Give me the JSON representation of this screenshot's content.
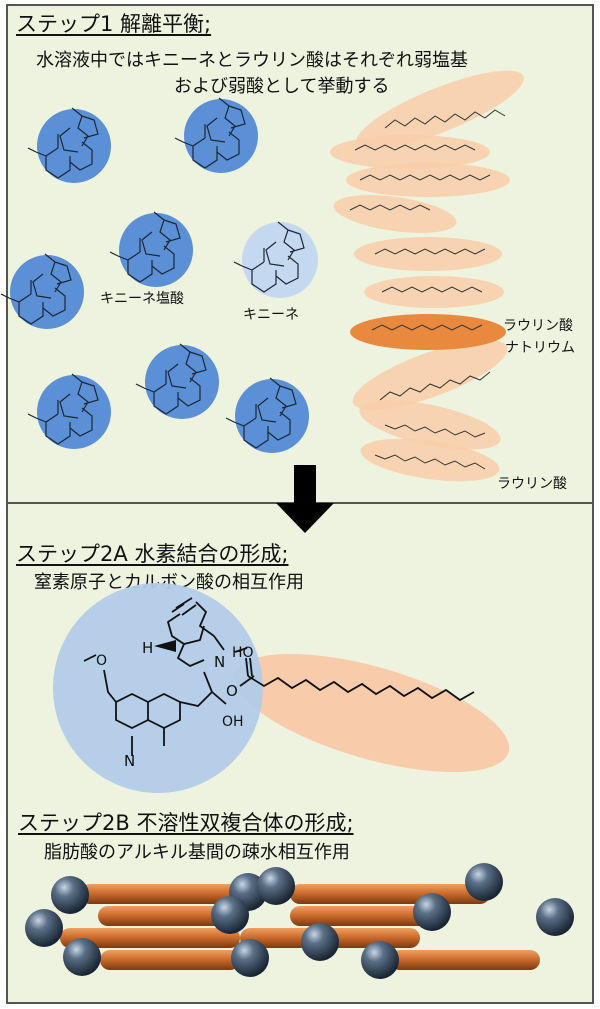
{
  "step1": {
    "title": "ステップ1 解離平衡;",
    "desc_line1": "水溶液中ではキニーネとラウリン酸はそれぞれ弱塩基",
    "desc_line2": "および弱酸として挙動する"
  },
  "labels": {
    "quinine_hcl": "キニーネ塩酸",
    "quinine": "キニーネ",
    "sodium_laurate_1": "ラウリン酸",
    "sodium_laurate_2": "ナトリウム",
    "lauric_acid": "ラウリン酸"
  },
  "step2a": {
    "title": "ステップ2A 水素結合の形成;",
    "desc": "窒素原子とカルボン酸の相互作用"
  },
  "step2b": {
    "title": "ステップ2B 不溶性双複合体の形成;",
    "desc": "脂肪酸のアルキル基間の疎水相互作用"
  },
  "molecule": {
    "atom_h": "H",
    "atom_n": "N",
    "atom_n_ring": "N",
    "atom_ho": "HO",
    "atom_o": "O",
    "atom_oh": "OH",
    "atom_methoxy": "O"
  },
  "colors": {
    "panel_bg": "#eef3df",
    "quinine_hcl_circle": "#5b8fd6",
    "quinine_circle": "#c4d9ef",
    "laurate_ellipse": "#f8ccaa",
    "sodium_laurate_ellipse": "#e8893d",
    "sphere": "#334455",
    "rod": "#c8682a"
  }
}
